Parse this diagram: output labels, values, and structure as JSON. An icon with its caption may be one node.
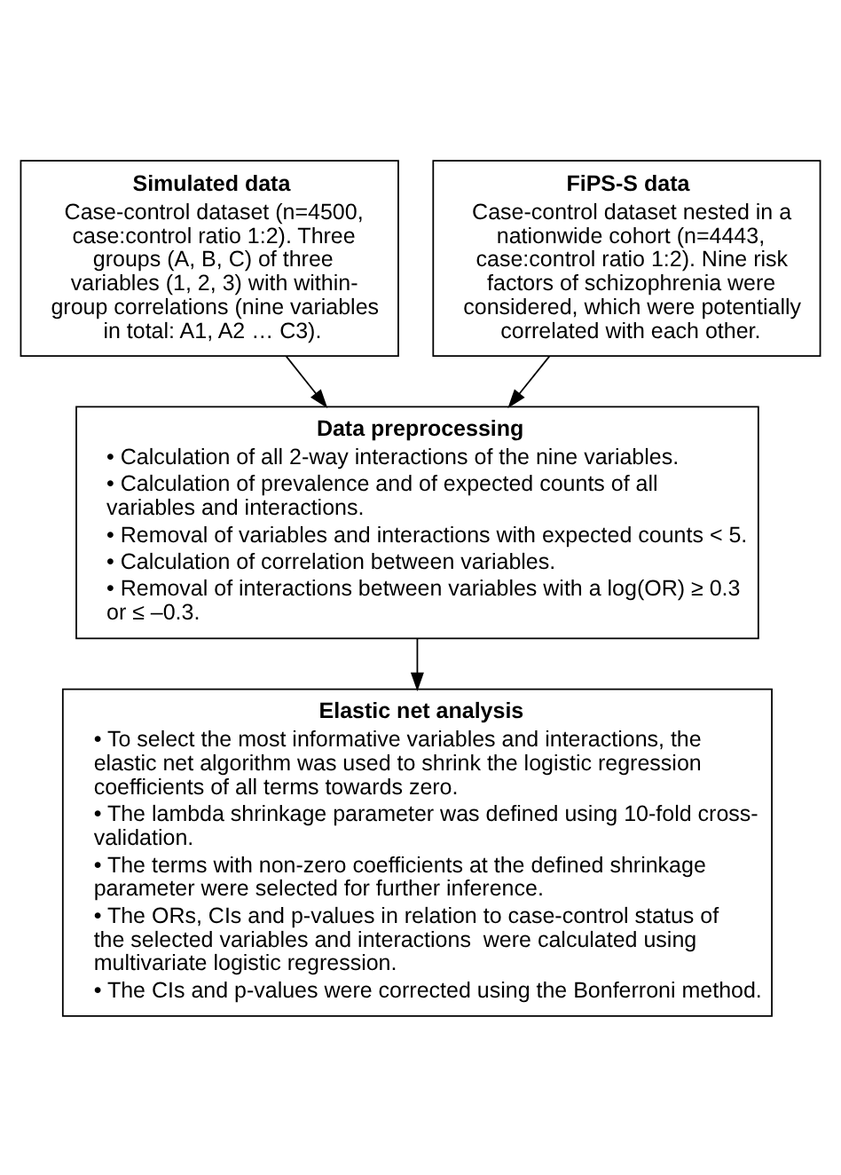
{
  "diagram": {
    "nodes": [
      {
        "text": [
          "Simulated data",
          "Case-control dataset (n=4500, case:control ratio 1:2). Three groups (A, B, C) of three variables (1, 2, 3) with within-group correlations (nine variables in total: A1, A2 … C3)."
        ]
      },
      {
        "text": [
          "FiPS-S data",
          "Case-control dataset nested in a nationwide cohort (n=4443, case:control ratio 1:2). Nine risk factors of schizophrenia were considered, which were potentially correlated with each other."
        ]
      },
      {
        "text": [
          "Data preprocessing",
          "• Calculation of all 2-way interactions of the nine variables.",
          "• Calculation of prevalence and of expected counts of all variables and interactions.",
          "• Removal of variables and interactions with expected counts < 5.",
          "• Calculation of correlation between variables.",
          "• Removal of interactions between variables with a log(OR) ≥ 0.3 or ≤ –0.3."
        ]
      },
      {
        "text": [
          "Elastic net analysis",
          "• To select the most informative variables and interactions, the elastic net algorithm was used to shrink the logistic regression coefficients of all terms towards zero.",
          "• The lambda shrinkage parameter was defined using 10-fold cross-validation.",
          "• The terms with non-zero coefficients at the defined shrinkage parameter were selected for further inference.",
          "• The ORs, CIs and p-values in relation to case-control status of the selected variables and interactions  were calculated using multivariate logistic regression.",
          "• The CIs and p-values were corrected using the Bonferroni method."
        ]
      }
    ],
    "edges": [
      {
        "from": 0,
        "to": 2,
        "arrow": "to"
      },
      {
        "from": 1,
        "to": 2,
        "arrow": "to"
      },
      {
        "from": 2,
        "to": 3,
        "arrow": "to"
      }
    ]
  }
}
